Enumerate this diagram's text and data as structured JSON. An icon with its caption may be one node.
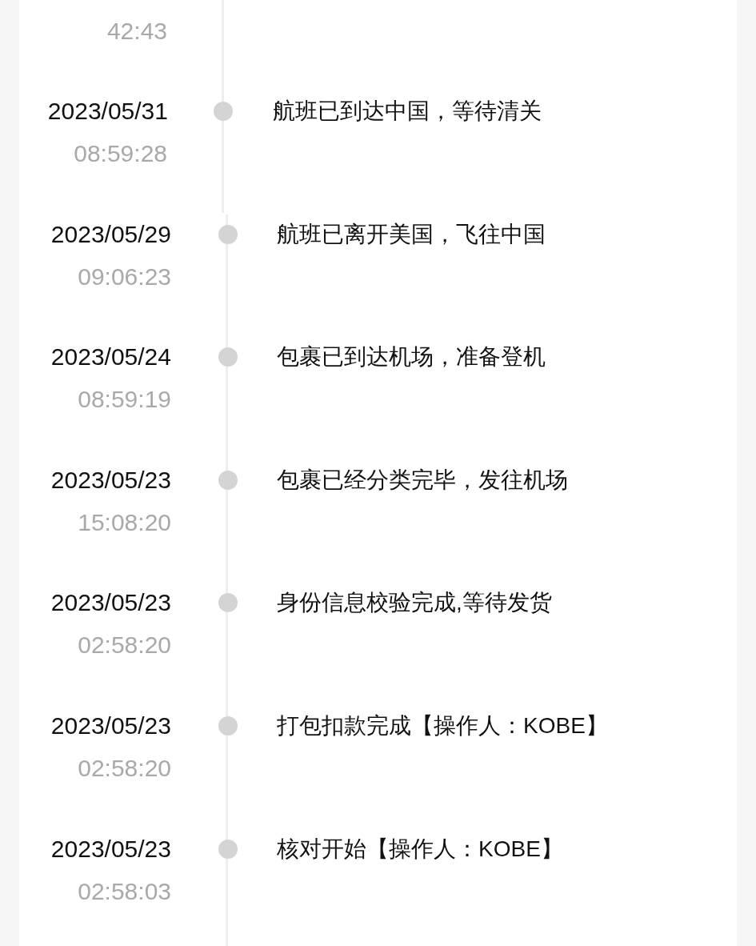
{
  "diagram": {
    "labels": [
      "42:43",
      "2023/05/31",
      "航班已到达中国，等待清关",
      "08:59:28",
      "2023/05/29",
      "航班已离开美国，飞往中国",
      "09:06:23",
      "2023/05/24",
      "包裹已到达机场，准备登机",
      "08:59:19",
      "2023/05/23",
      "包裹已经分类完毕，发往机场",
      "15:08:20",
      "2023/05/23",
      "身份信息校验完成,等待发货",
      "02:58:20",
      "2023/05/23",
      "打包扣款完成【操作人：KOBE】",
      "02:58:20",
      "2023/05/23",
      "核对开始【操作人：KOBE】",
      "02:58:03"
    ]
  }
}
